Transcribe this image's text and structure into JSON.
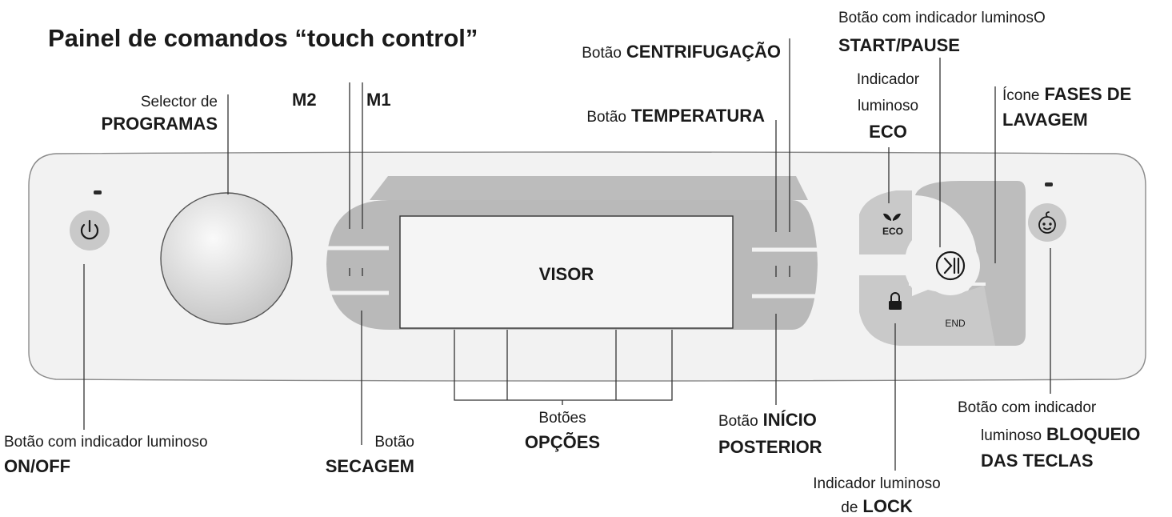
{
  "title": "Painel de comandos “touch control”",
  "display_label": "VISOR",
  "icons": {
    "power": "power-icon",
    "eco": "eco-leaf-icon",
    "play_pause": "play-pause-icon",
    "lock": "padlock-icon",
    "child_lock": "baby-face-icon"
  },
  "icon_text": {
    "eco": "ECO",
    "end": "END"
  },
  "labels": {
    "programas": {
      "line1": "Selector de",
      "line2": "PROGRAMAS"
    },
    "m2": "M2",
    "m1": "M1",
    "centrifugacao": {
      "prefix": "Botão",
      "bold": "CENTRIFUGAÇÃO"
    },
    "temperatura": {
      "prefix": "Botão",
      "bold": "TEMPERATURA"
    },
    "start_pause": {
      "line1": "Botão com indicador luminosO",
      "line2": "START/PAUSE"
    },
    "eco": {
      "line1": "Indicador",
      "line2": "luminoso",
      "line3": "ECO"
    },
    "fases": {
      "line1_prefix": "Ícone",
      "line1_bold": "FASES DE",
      "line2": "LAVAGEM"
    },
    "on_off": {
      "line1": "Botão com indicador luminoso",
      "line2": "ON/OFF"
    },
    "secagem": {
      "line1": "Botão",
      "line2": "SECAGEM"
    },
    "opcoes": {
      "line1": "Botões",
      "line2": "OPÇÕES"
    },
    "inicio": {
      "line1_prefix": "Botão",
      "line1_bold": "INÍCIO",
      "line2": "POSTERIOR"
    },
    "lock": {
      "line1": "Indicador luminoso",
      "line2_prefix": "de",
      "line2_bold": "LOCK"
    },
    "bloqueio": {
      "line1": "Botão com indicador",
      "line2_prefix": "luminoso",
      "line2_bold": "BLOQUEIO",
      "line3": "DAS TECLAS"
    }
  },
  "colors": {
    "panel_fill": "#f2f2f2",
    "panel_stroke": "#8a8a8a",
    "gray_band": "#b9b9b9",
    "display_fill": "#f5f5f5",
    "ring_gray": "#bdbdbd",
    "knob_light": "#fafafa",
    "knob_dark": "#c4c4c4"
  }
}
